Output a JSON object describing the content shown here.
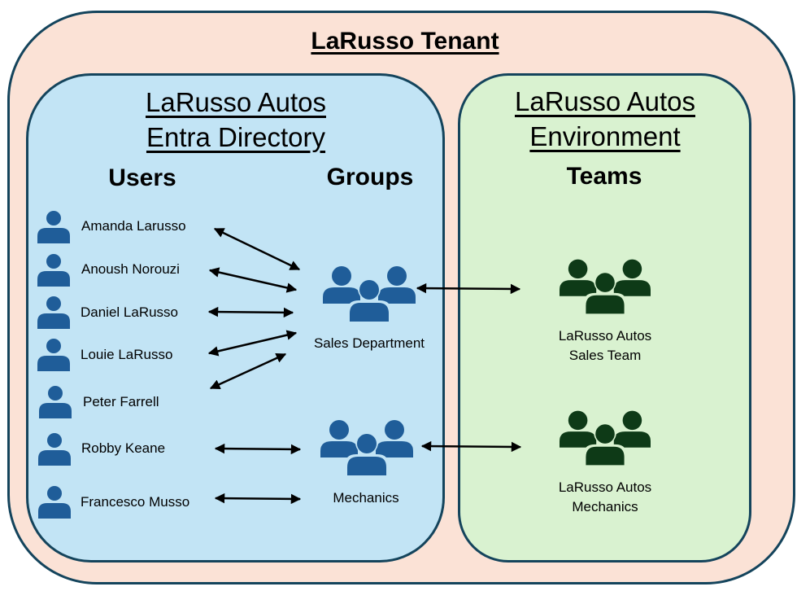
{
  "tenant": {
    "title": "LaRusso Tenant"
  },
  "entra": {
    "title_line1": "LaRusso Autos",
    "title_line2": "Entra Directory",
    "users_heading": "Users",
    "groups_heading": "Groups",
    "users": [
      {
        "name": "Amanda Larusso",
        "group": "Sales Department"
      },
      {
        "name": "Anoush Norouzi",
        "group": "Sales Department"
      },
      {
        "name": "Daniel LaRusso",
        "group": "Sales Department"
      },
      {
        "name": "Louie LaRusso",
        "group": "Sales Department"
      },
      {
        "name": "Peter Farrell",
        "group": "Sales Department"
      },
      {
        "name": "Robby Keane",
        "group": "Mechanics"
      },
      {
        "name": "Francesco Musso",
        "group": "Mechanics"
      }
    ],
    "groups": [
      {
        "name": "Sales Department",
        "team": "LaRusso Autos Sales Team"
      },
      {
        "name": "Mechanics",
        "team": "LaRusso Autos Mechanics"
      }
    ]
  },
  "environment": {
    "title_line1": "LaRusso Autos",
    "title_line2": "Environment",
    "teams_heading": "Teams",
    "teams": [
      {
        "line1": "LaRusso Autos",
        "line2": "Sales Team"
      },
      {
        "line1": "LaRusso Autos",
        "line2": "Mechanics"
      }
    ]
  },
  "colors": {
    "tenant_bg": "#fbe2d6",
    "entra_bg": "#c2e4f5",
    "environment_bg": "#d9f2d0",
    "border": "#14445c",
    "user_icon": "#1f5d99",
    "group_icon": "#1f5d99",
    "team_icon": "#0e3a17",
    "arrow": "#000000"
  },
  "icons": {
    "user": "person-icon",
    "group": "group-icon",
    "team": "team-icon"
  }
}
